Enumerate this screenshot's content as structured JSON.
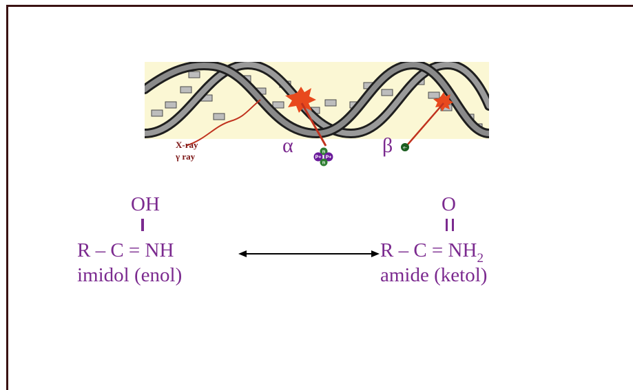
{
  "figure": {
    "xray_label": "X-ray",
    "gamma_label": "γ ray",
    "alpha_label": "α",
    "beta_label": "β",
    "proton_label_1": "P+",
    "proton_label_2": "P+",
    "neutron_label_1": "n",
    "neutron_label_2": "n",
    "electron_label": "e-"
  },
  "chemistry": {
    "left_substituent": "OH",
    "right_substituent": "O",
    "left_formula": "R – C = NH",
    "right_formula_main": "R – C = NH",
    "right_formula_subscript": "2",
    "left_name": "imidol (enol)",
    "right_name": "amide (ketol)"
  },
  "colors": {
    "chem_text": "#7b2a8f",
    "frame_border": "#3a1212",
    "burst": "#e8491d",
    "ray_line": "#c0321e",
    "ray_text": "#7a1212",
    "figure_background": "#fbf7d4"
  }
}
